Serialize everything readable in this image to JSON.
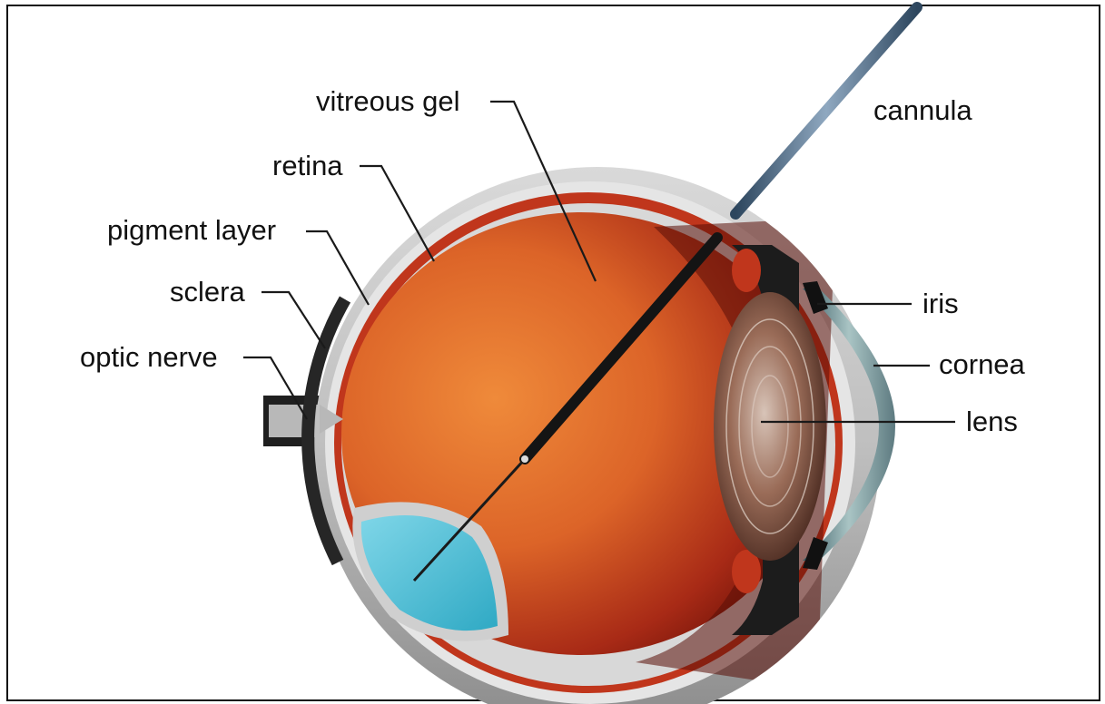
{
  "labels": {
    "vitreous_gel": "vitreous gel",
    "retina": "retina",
    "pigment_layer": "pigment layer",
    "sclera": "sclera",
    "optic_nerve": "optic nerve",
    "cannula": "cannula",
    "iris": "iris",
    "cornea": "cornea",
    "lens": "lens"
  },
  "colors": {
    "frame": "#111111",
    "sclera": "#c9c9c9",
    "pigment_layer": "#c0361c",
    "vitreous_orange": "#e2712e",
    "vitreous_dark": "#8e1c10",
    "bubble": "#4fc3db",
    "lens": "#7a5040",
    "cannula": "#4f6b85"
  }
}
